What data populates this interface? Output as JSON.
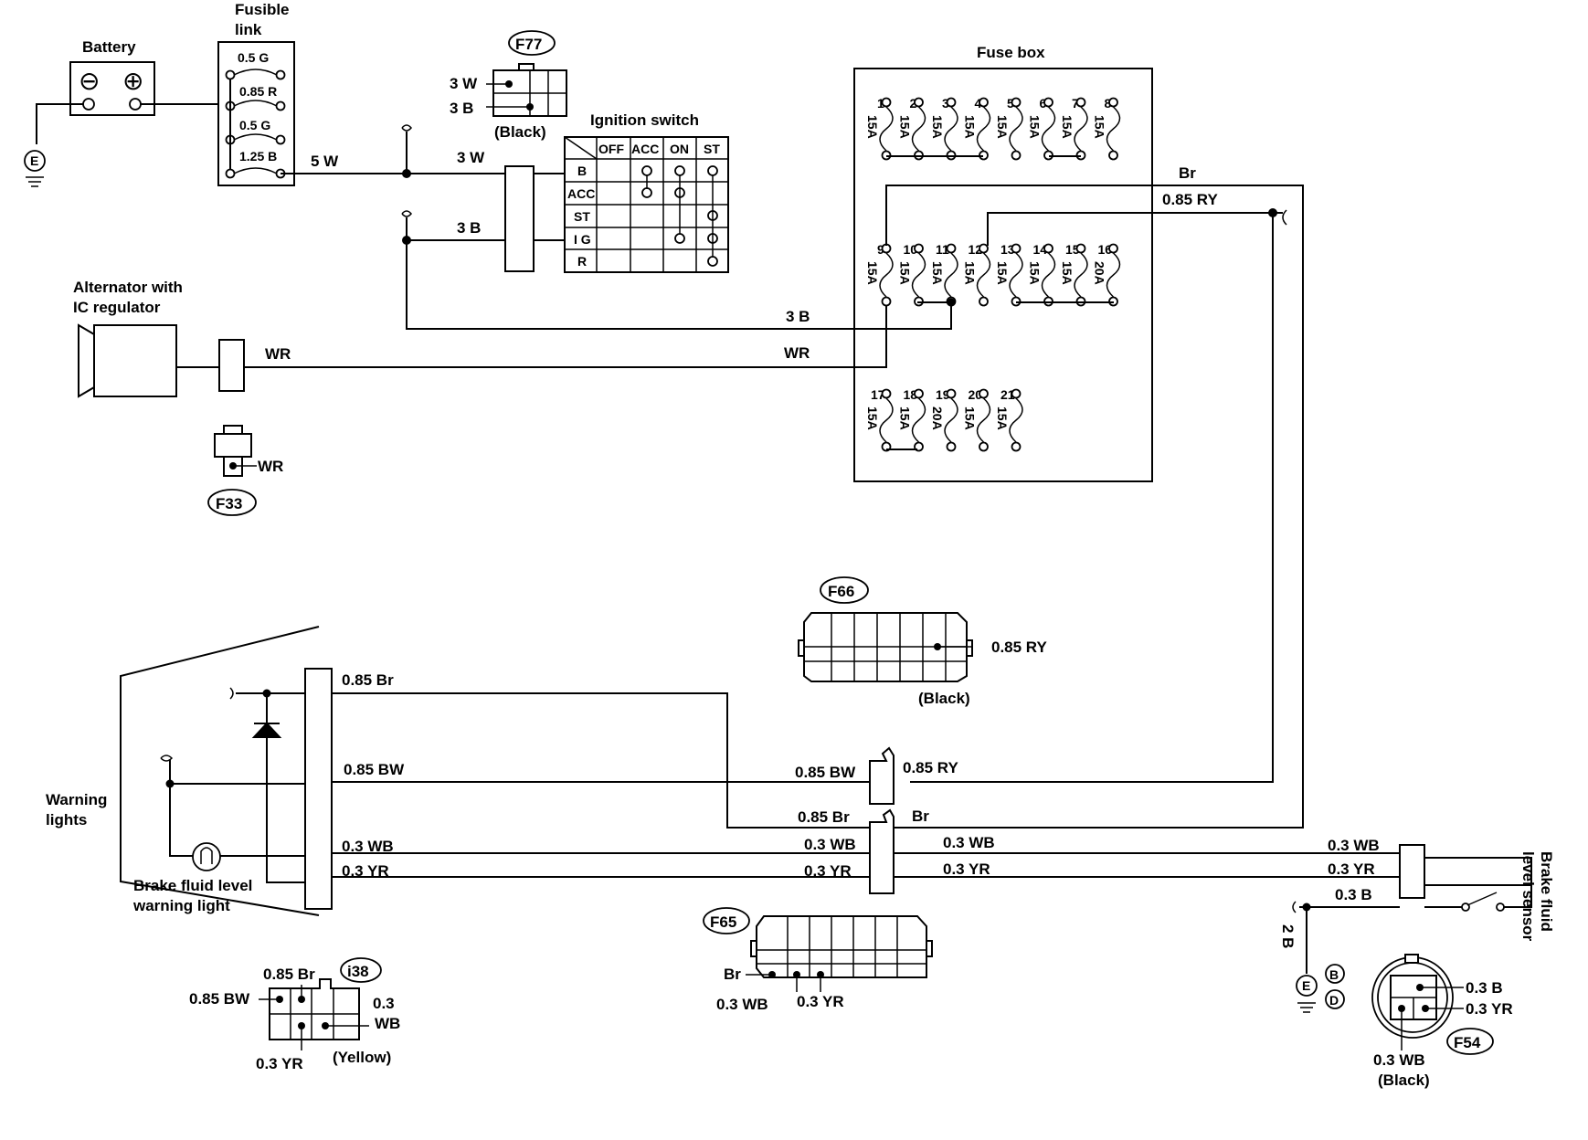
{
  "components": {
    "battery": {
      "label": "Battery",
      "neg": "⊖",
      "pos": "⊕"
    },
    "fusible_link": {
      "label1": "Fusible",
      "label2": "link",
      "entries": [
        "0.5 G",
        "0.85 R",
        "0.5 G",
        "1.25 B"
      ]
    },
    "ground": "E",
    "f77": {
      "code": "F77",
      "pin1": "3 W",
      "pin2": "3 B",
      "color": "(Black)"
    },
    "ignition_switch": {
      "label": "Ignition switch",
      "cols": [
        "OFF",
        "ACC",
        "ON",
        "ST"
      ],
      "rows": [
        "B",
        "ACC",
        "ST",
        "I G",
        "R"
      ]
    },
    "fuse_box": {
      "label": "Fuse box",
      "row1_numbers": [
        "1",
        "2",
        "3",
        "4",
        "5",
        "6",
        "7",
        "8"
      ],
      "row1_ratings": [
        "15A",
        "15A",
        "15A",
        "15A",
        "15A",
        "15A",
        "15A",
        "15A"
      ],
      "row2_numbers": [
        "9",
        "10",
        "11",
        "12",
        "13",
        "14",
        "15",
        "16"
      ],
      "row2_ratings": [
        "15A",
        "15A",
        "15A",
        "15A",
        "15A",
        "15A",
        "15A",
        "20A"
      ],
      "row3_numbers": [
        "17",
        "18",
        "19",
        "20",
        "21"
      ],
      "row3_ratings": [
        "15A",
        "15A",
        "20A",
        "15A",
        "15A"
      ]
    },
    "alternator": {
      "label1": "Alternator with",
      "label2": "IC regulator"
    },
    "f33": {
      "code": "F33",
      "pin": "WR"
    },
    "f66": {
      "code": "F66",
      "pin": "0.85 RY",
      "color": "(Black)"
    },
    "warning_lights": {
      "label1": "Warning",
      "label2": "lights",
      "lamp1": "Brake fluid level",
      "lamp2": "warning light"
    },
    "i38": {
      "code": "i38",
      "pins": [
        "0.85 Br",
        "0.85 BW",
        "0.3",
        "WB",
        "0.3 YR"
      ],
      "color": "(Yellow)"
    },
    "f65": {
      "code": "F65",
      "pins": [
        "Br",
        "0.3 WB",
        "0.3 YR"
      ]
    },
    "sensor": {
      "label1": "Brake fluid",
      "label2": "level sensor"
    },
    "f54": {
      "code": "F54",
      "pins": [
        "0.3 B",
        "0.3 YR",
        "0.3 WB"
      ],
      "color": "(Black)"
    },
    "ground_codes": [
      "B",
      "D"
    ]
  },
  "wires": {
    "w5w": "5 W",
    "w3w": "3 W",
    "w3b": "3 B",
    "w3b_fuse": "3 B",
    "wr_left": "WR",
    "wr_right": "WR",
    "br_top": "Br",
    "ry_top": "0.85 RY",
    "br_085": "0.85 Br",
    "bw_085": "0.85 BW",
    "wb_03": "0.3  WB",
    "yr_03": "0.3  YR",
    "bw_mid": "0.85 BW",
    "ry_mid": "0.85 RY",
    "br_mid": "0.85 Br",
    "br_right": "Br",
    "wb_mid": "0.3 WB",
    "yr_mid": "0.3 YR",
    "wb_right": "0.3  WB",
    "yr_right": "0.3  YR",
    "wb_sensor": "0.3 WB",
    "yr_sensor": "0.3 YR",
    "b_sensor": "0.3 B",
    "b_ground": "2 B"
  }
}
